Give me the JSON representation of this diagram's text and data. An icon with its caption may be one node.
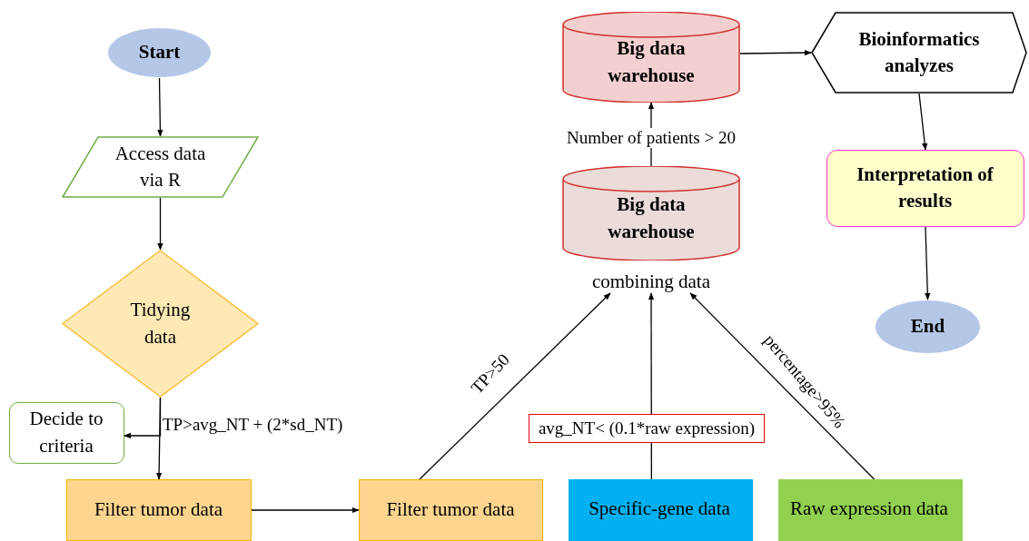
{
  "diagram": {
    "nodes": [
      {
        "text": [
          "Start"
        ]
      },
      {
        "text": [
          "Access data via R"
        ]
      },
      {
        "text": [
          "Tidying data"
        ]
      },
      {
        "text": [
          "Decide to criteria"
        ]
      },
      {
        "text": [
          "Filter tumor data"
        ]
      },
      {
        "text": [
          "Filter tumor data"
        ]
      },
      {
        "text": [
          "Specific-gene data"
        ]
      },
      {
        "text": [
          "Raw expression data"
        ]
      },
      {
        "text": [
          "Big data warehouse",
          "combining data"
        ]
      },
      {
        "text": [
          "Big data warehouse"
        ]
      },
      {
        "text": [
          "Bioinformatics analyzes"
        ]
      },
      {
        "text": [
          "Interpretation of results"
        ]
      },
      {
        "text": [
          "End"
        ]
      }
    ],
    "edges": [
      {
        "from": 0,
        "to": 1,
        "arrow": "to"
      },
      {
        "from": 1,
        "to": 2,
        "arrow": "to"
      },
      {
        "from": 2,
        "to": 4,
        "arrow": "to"
      },
      {
        "from": 2,
        "to": 3,
        "arrow": "to",
        "label": "TP>avg_NT + (2*sd_NT)"
      },
      {
        "from": 4,
        "to": 5,
        "arrow": "to"
      },
      {
        "from": 5,
        "to": 8,
        "arrow": "to",
        "label": "TP>50"
      },
      {
        "from": 6,
        "to": 8,
        "arrow": "to",
        "label": "avg_NT< (0.1*raw expression)"
      },
      {
        "from": 7,
        "to": 8,
        "arrow": "to",
        "label": "percentage>95%"
      },
      {
        "from": 8,
        "to": 9,
        "arrow": "to",
        "label": "Number of patients > 20"
      },
      {
        "from": 9,
        "to": 10,
        "arrow": "to"
      },
      {
        "from": 10,
        "to": 11,
        "arrow": "to"
      },
      {
        "from": 11,
        "to": 12,
        "arrow": "to"
      }
    ]
  }
}
